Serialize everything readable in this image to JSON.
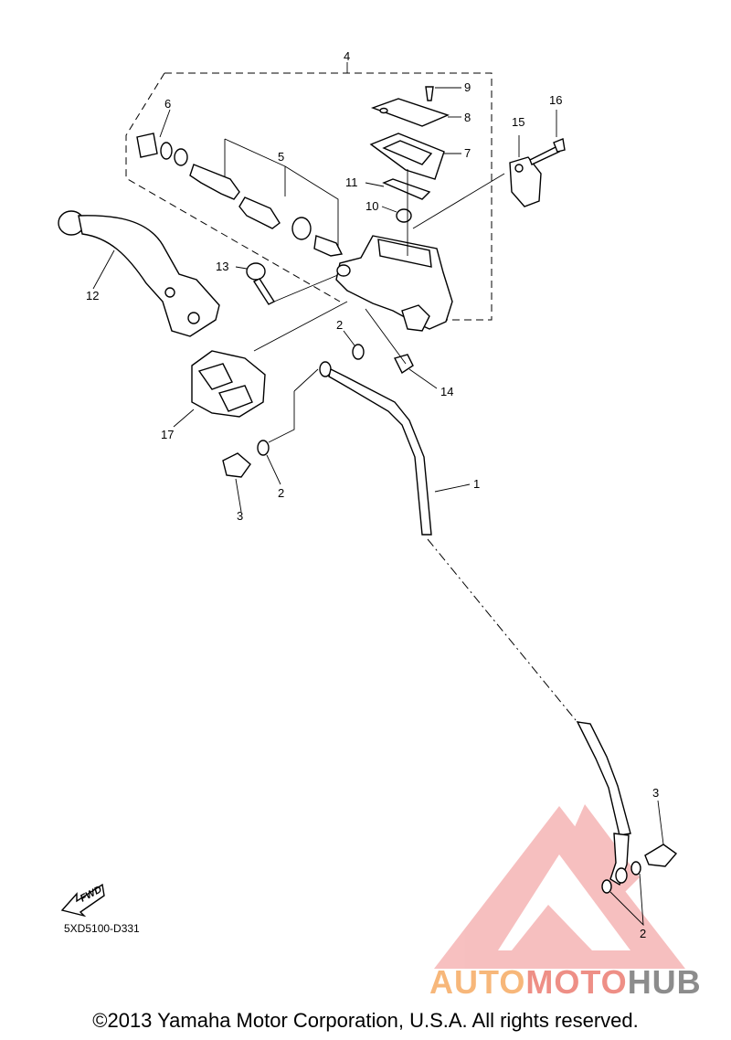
{
  "callouts": {
    "c1": "1",
    "c2a": "2",
    "c2b": "2",
    "c2c": "2",
    "c3a": "3",
    "c3b": "3",
    "c4": "4",
    "c5": "5",
    "c6": "6",
    "c7": "7",
    "c8": "8",
    "c9": "9",
    "c10": "10",
    "c11": "11",
    "c12": "12",
    "c13": "13",
    "c14": "14",
    "c15": "15",
    "c16": "16",
    "c17": "17"
  },
  "fwd_label": "FWD",
  "diagram_code": "5XD5100-D331",
  "copyright": "©2013 Yamaha Motor Corporation, U.S.A. All rights reserved.",
  "watermark": {
    "part1": "AUTO",
    "part2": "MOTO",
    "part3": "HUB"
  },
  "colors": {
    "watermark_red": "#f08c8c",
    "watermark_orange": "#f7b77a",
    "watermark_gray": "#8c8c8c"
  }
}
